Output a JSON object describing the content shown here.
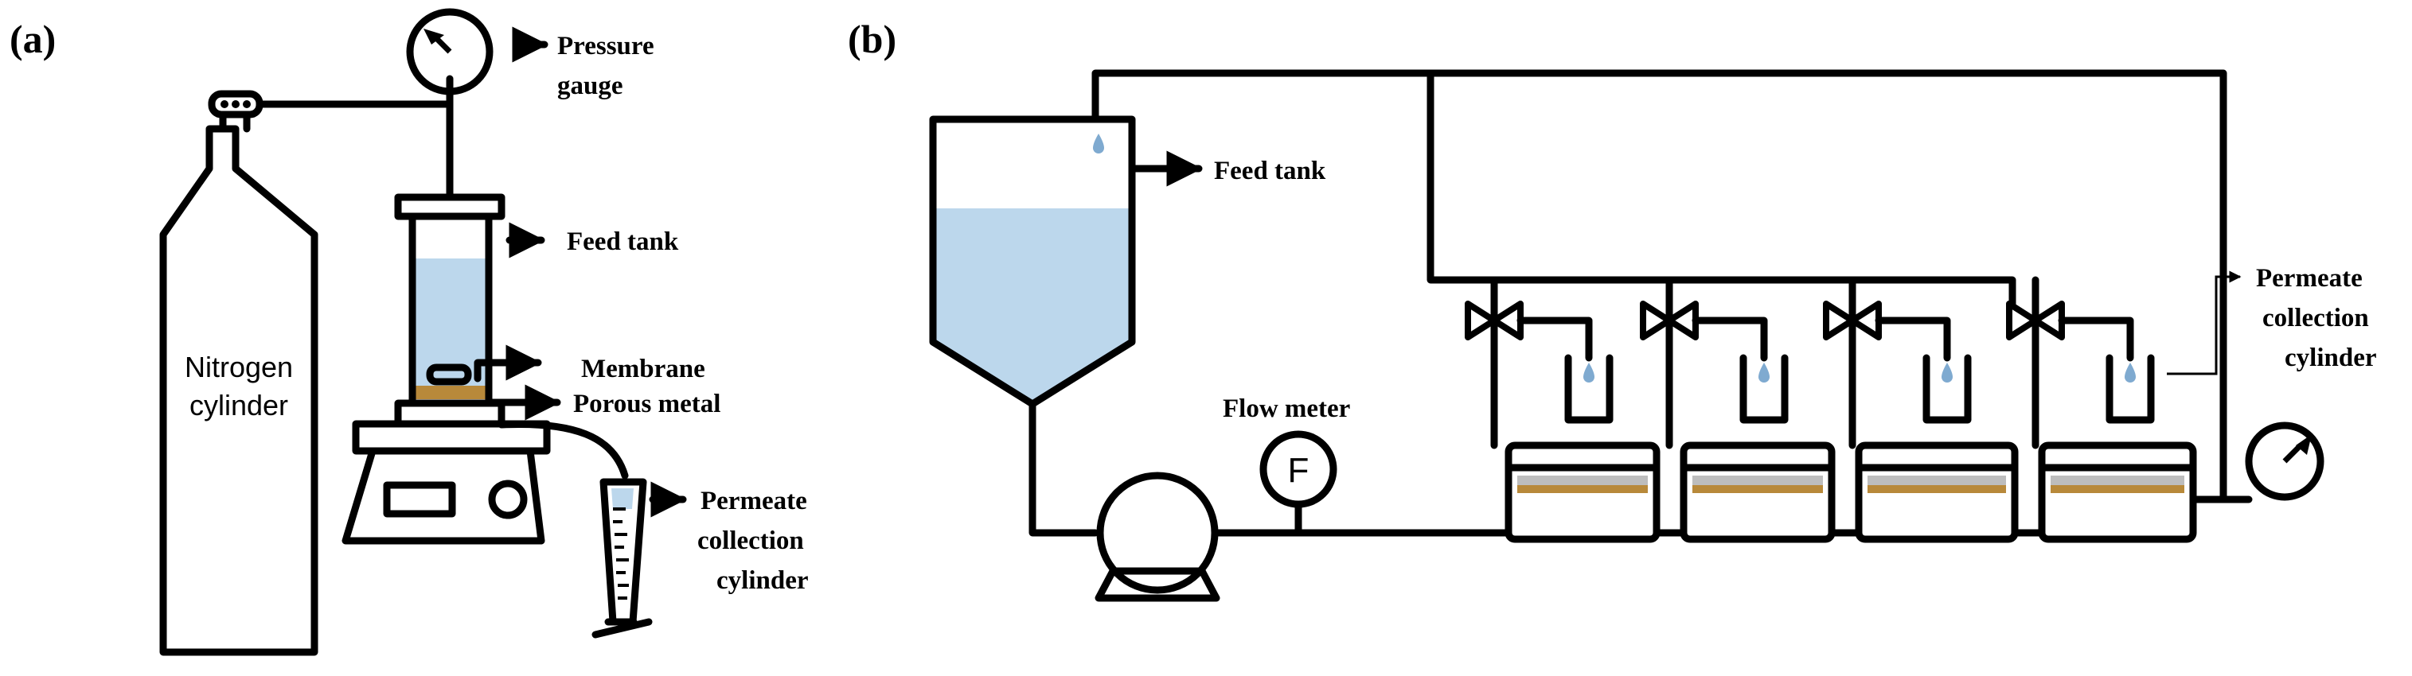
{
  "panels": {
    "a": "(a)",
    "b": "(b)"
  },
  "panel_a": {
    "pressure_gauge": [
      "Pressure",
      "gauge"
    ],
    "feed_tank": "Feed tank",
    "membrane": "Membrane",
    "porous_metal": "Porous metal",
    "nitrogen_cylinder": [
      "Nitrogen",
      "cylinder"
    ],
    "permeate": [
      "Permeate",
      "collection",
      "cylinder"
    ]
  },
  "panel_b": {
    "feed_tank": "Feed tank",
    "flow_meter": "Flow meter",
    "flow_meter_symbol": "F",
    "permeate": [
      "Permeate",
      "collection",
      "cylinder"
    ]
  },
  "colors": {
    "liquid": "#bcd7ec",
    "membrane": "#b8893a",
    "support": "#bdbdbd",
    "line": "#000000"
  }
}
